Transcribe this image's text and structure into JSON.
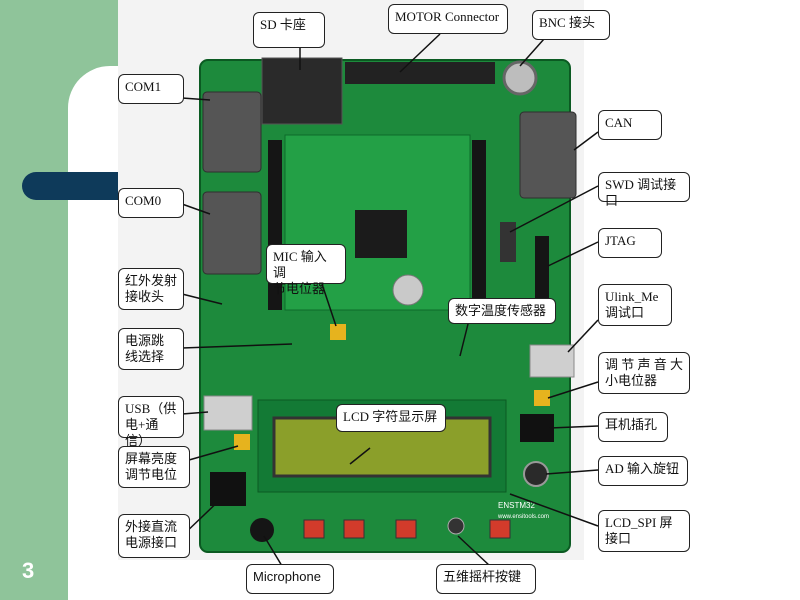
{
  "slide": {
    "page_number": "3"
  },
  "callouts": {
    "sd": "SD 卡座",
    "motor": "MOTOR Connector",
    "bnc": "BNC 接头",
    "com1": "COM1",
    "can": "CAN",
    "swd": "SWD 调试接口",
    "com0": "COM0",
    "jtag": "JTAG",
    "mic_adj": "MIC 输入调\n节电位器",
    "ir": "红外发射\n接收头",
    "ulink": "Ulink_Me\n调试口",
    "temp": "数字温度传感器",
    "power_jumper": "电源跳\n线选择",
    "volume": "调 节 声 音 大\n小电位器",
    "usb": "USB（供\n电+通信）",
    "lcd": "LCD 字符显示屏",
    "earphone": "耳机插孔",
    "brightness": "屏幕亮度\n调节电位",
    "ad_knob": "AD 输入旋钮",
    "dc_power": "外接直流\n电源接口",
    "lcd_spi": "LCD_SPI  屏\n接口",
    "microphone": "Microphone",
    "joystick": "五维摇杆按键"
  },
  "board": {
    "silk_brand": "ENSTM32",
    "silk_url": "www.ensitools.com"
  }
}
